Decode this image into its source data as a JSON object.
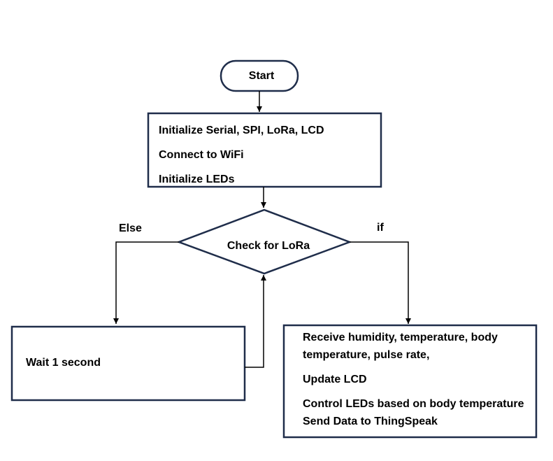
{
  "start": {
    "label": "Start"
  },
  "init": {
    "lines": [
      "Initialize Serial, SPI, LoRa, LCD",
      "Connect to WiFi",
      "Initialize LEDs"
    ]
  },
  "decision": {
    "label": "Check for LoRa",
    "else_label": "Else",
    "if_label": "if"
  },
  "wait": {
    "label": "Wait 1 second"
  },
  "process": {
    "lines": [
      "Receive humidity, temperature, body",
      "temperature, pulse rate,",
      "Update LCD",
      "Control LEDs based on body temperature",
      "Send Data to ThingSpeak"
    ]
  }
}
